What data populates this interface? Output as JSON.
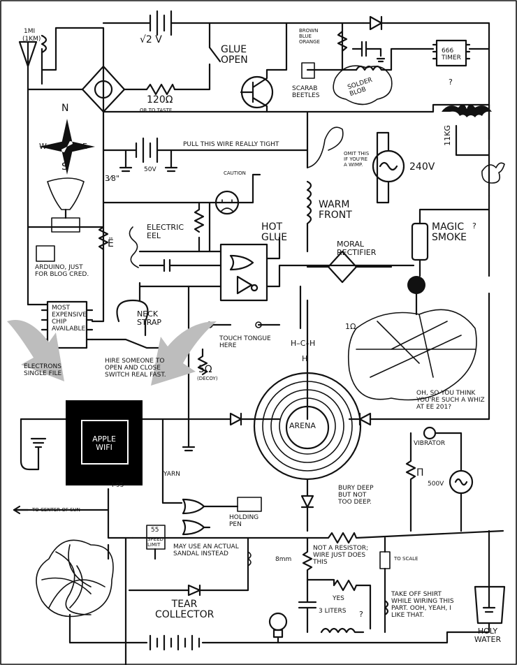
{
  "labels": {
    "scale_line1": "1MI",
    "scale_line2": "(1KM)",
    "battery_2v": "√2 V",
    "glue_open": "GLUE OPEN",
    "brown_blue_orange": "BROWN BLUE ORANGE",
    "timer_666": "666 TIMER",
    "scarab_beetles": "SCARAB BEETLES",
    "solder_blob": "SOLDER BLOB",
    "resistor_120": "120Ω",
    "or_to_taste": "OR TO TASTE",
    "compass_n": "N",
    "compass_s": "S",
    "compass_e": "E",
    "compass_w": "W",
    "pull_wire": "PULL THIS WIRE REALLY TIGHT",
    "battery_50v": "50V",
    "omit_wimp": "OMIT THIS IF YOU'RE A WIMP.",
    "source_240v": "240V",
    "weight_11kg": "11kg",
    "question1": "?",
    "question2": "?",
    "question3": "?",
    "caution": "CAUTION",
    "gap_3_8": "3⁄8\"",
    "warm_front": "WARM FRONT",
    "electric_eel": "ELECTRIC EEL",
    "e_umlaut": "ë",
    "hot_glue": "HOT GLUE",
    "magic_smoke": "MAGIC SMOKE",
    "arduino": "ARDUINO, JUST FOR BLOG CRED.",
    "moral_rectifier": "MORAL RECTIFIER",
    "most_expensive_chip": "MOST EXPENSIVE CHIP AVAILABLE",
    "neck_strap": "NECK STRAP",
    "touch_tongue": "TOUCH TONGUE HERE",
    "hch": "H–C–H",
    "h_bottom": "H",
    "one_ohm": "1Ω",
    "hire_someone": "HIRE SOMEONE TO OPEN AND CLOSE SWITCH REAL FAST.",
    "five_ohm": "5Ω",
    "decoy": "(DECOY)",
    "electrons_file": "ELECTRONS SINGLE FILE",
    "apple_wifi": "APPLE WIFI",
    "arena": "ARENA",
    "whiz": "OH, SO YOU THINK YOU'RE SUCH A WHIZ AT EE 201?",
    "vibrator": "VIBRATOR",
    "pi": "π",
    "source_500v": "500V",
    "i95": "I-95",
    "yarn": "YARN",
    "to_center_of_sun": "TO CENTER OF SUN",
    "holding_pen": "HOLDING PEN",
    "bury_deep": "BURY DEEP BUT NOT TOO DEEP.",
    "speed_limit_num": "55",
    "speed_limit_text": "SPEED LIMIT",
    "sandal": "MAY USE AN ACTUAL SANDAL INSTEAD",
    "not_resistor": "NOT A RESISTOR; WIRE JUST DOES THIS",
    "eight_mm": "8mm",
    "to_scale": "TO SCALE",
    "yes": "YES",
    "three_liters": "3 LITERS",
    "take_off_shirt": "TAKE OFF SHIRT WHILE WIRING THIS PART. OOH, YEAH, I LIKE THAT.",
    "tear_collector": "TEAR COLLECTOR",
    "holy_water": "HOLY WATER"
  }
}
